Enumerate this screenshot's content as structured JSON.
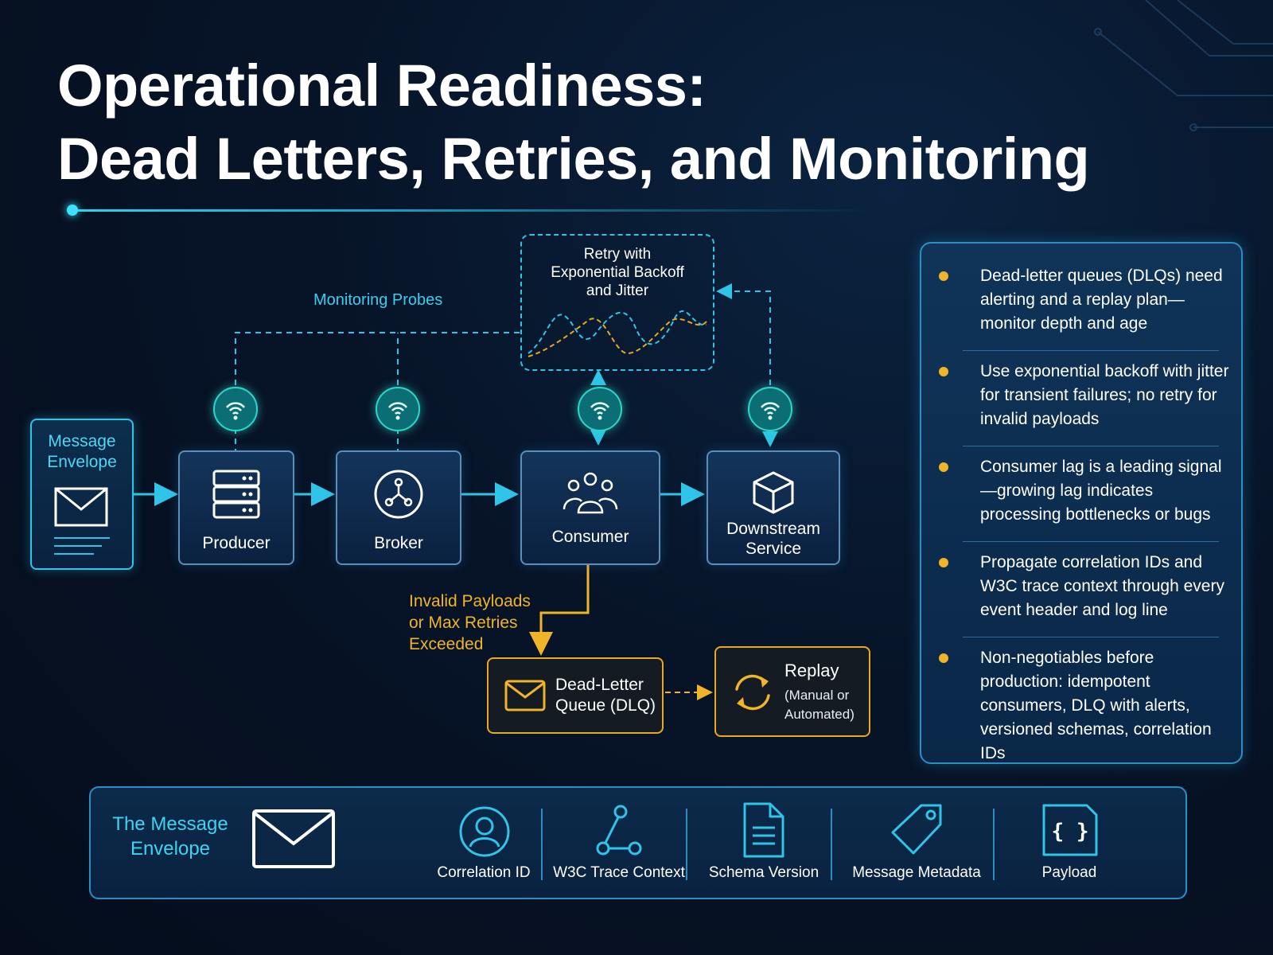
{
  "title": {
    "line1": "Operational Readiness:",
    "line2": "Dead Letters, Retries, and Monitoring"
  },
  "flow": {
    "envelope_label": "Message Envelope",
    "producer": "Producer",
    "broker": "Broker",
    "consumer": "Consumer",
    "downstream_line1": "Downstream",
    "downstream_line2": "Service",
    "monitoring_probes": "Monitoring Probes",
    "retry_line1": "Retry with",
    "retry_line2": "Exponential Backoff",
    "retry_line3": "and Jitter",
    "failure_line1": "Invalid Payloads",
    "failure_line2": "or Max Retries",
    "failure_line3": "Exceeded",
    "dlq_line1": "Dead-Letter",
    "dlq_line2": "Queue (DLQ)",
    "replay_title": "Replay",
    "replay_line1": "(Manual or",
    "replay_line2": "Automated)"
  },
  "bullets": [
    "Dead-letter queues (DLQs) need alerting and a replay plan—monitor depth and age",
    "Use exponential backoff with jitter for transient failures; no retry for invalid payloads",
    "Consumer lag is a leading signal—growing lag indicates processing bottlenecks or bugs",
    "Propagate correlation IDs and W3C trace context through every event header and log line",
    "Non-negotiables before production: idempotent consumers, DLQ with alerts, versioned schemas, correlation IDs"
  ],
  "envelope_bar": {
    "title_line1": "The Message",
    "title_line2": "Envelope",
    "items": [
      {
        "label": "Correlation ID",
        "icon": "user-circle-icon"
      },
      {
        "label": "W3C Trace Context",
        "icon": "trace-graph-icon"
      },
      {
        "label": "Schema Version",
        "icon": "document-icon"
      },
      {
        "label": "Message Metadata",
        "icon": "tag-icon"
      },
      {
        "label": "Payload",
        "icon": "braces-icon"
      }
    ]
  },
  "colors": {
    "cyan": "#2fc4e8",
    "amber": "#f0b429",
    "probe": "#0b6e74",
    "background": "#071428"
  }
}
